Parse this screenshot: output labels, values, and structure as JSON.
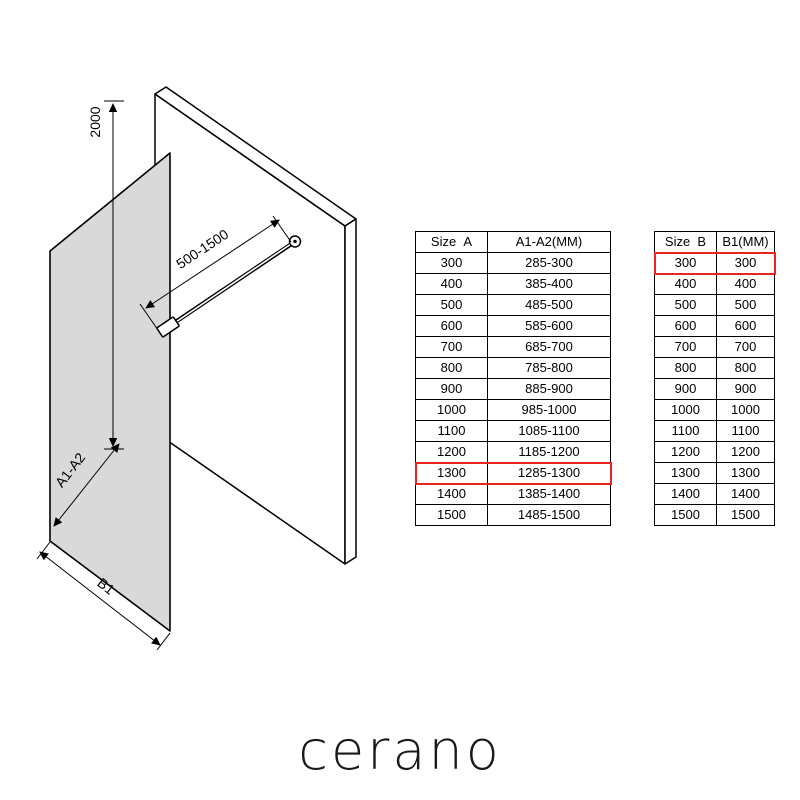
{
  "colors": {
    "highlight": "#e8251f",
    "glass_fill": "#d9d9d9"
  },
  "diagram": {
    "height_label": "2000",
    "bar_length_label": "500-1500",
    "glass_width_label": "A1-A2",
    "bottom_width_label": "B1"
  },
  "tables": [
    {
      "name": "size-a",
      "headers": [
        "Size  A",
        "A1-A2(MM)"
      ],
      "rows": [
        [
          "300",
          "285-300"
        ],
        [
          "400",
          "385-400"
        ],
        [
          "500",
          "485-500"
        ],
        [
          "600",
          "585-600"
        ],
        [
          "700",
          "685-700"
        ],
        [
          "800",
          "785-800"
        ],
        [
          "900",
          "885-900"
        ],
        [
          "1000",
          "985-1000"
        ],
        [
          "1100",
          "1085-1100"
        ],
        [
          "1200",
          "1185-1200"
        ],
        [
          "1300",
          "1285-1300"
        ],
        [
          "1400",
          "1385-1400"
        ],
        [
          "1500",
          "1485-1500"
        ]
      ],
      "highlight_row_index": 10
    },
    {
      "name": "size-b",
      "headers": [
        "Size  B",
        "B1(MM)"
      ],
      "rows": [
        [
          "300",
          "300"
        ],
        [
          "400",
          "400"
        ],
        [
          "500",
          "500"
        ],
        [
          "600",
          "600"
        ],
        [
          "700",
          "700"
        ],
        [
          "800",
          "800"
        ],
        [
          "900",
          "900"
        ],
        [
          "1000",
          "1000"
        ],
        [
          "1100",
          "1100"
        ],
        [
          "1200",
          "1200"
        ],
        [
          "1300",
          "1300"
        ],
        [
          "1400",
          "1400"
        ],
        [
          "1500",
          "1500"
        ]
      ],
      "highlight_row_index": 0
    }
  ],
  "brand": "cerano"
}
